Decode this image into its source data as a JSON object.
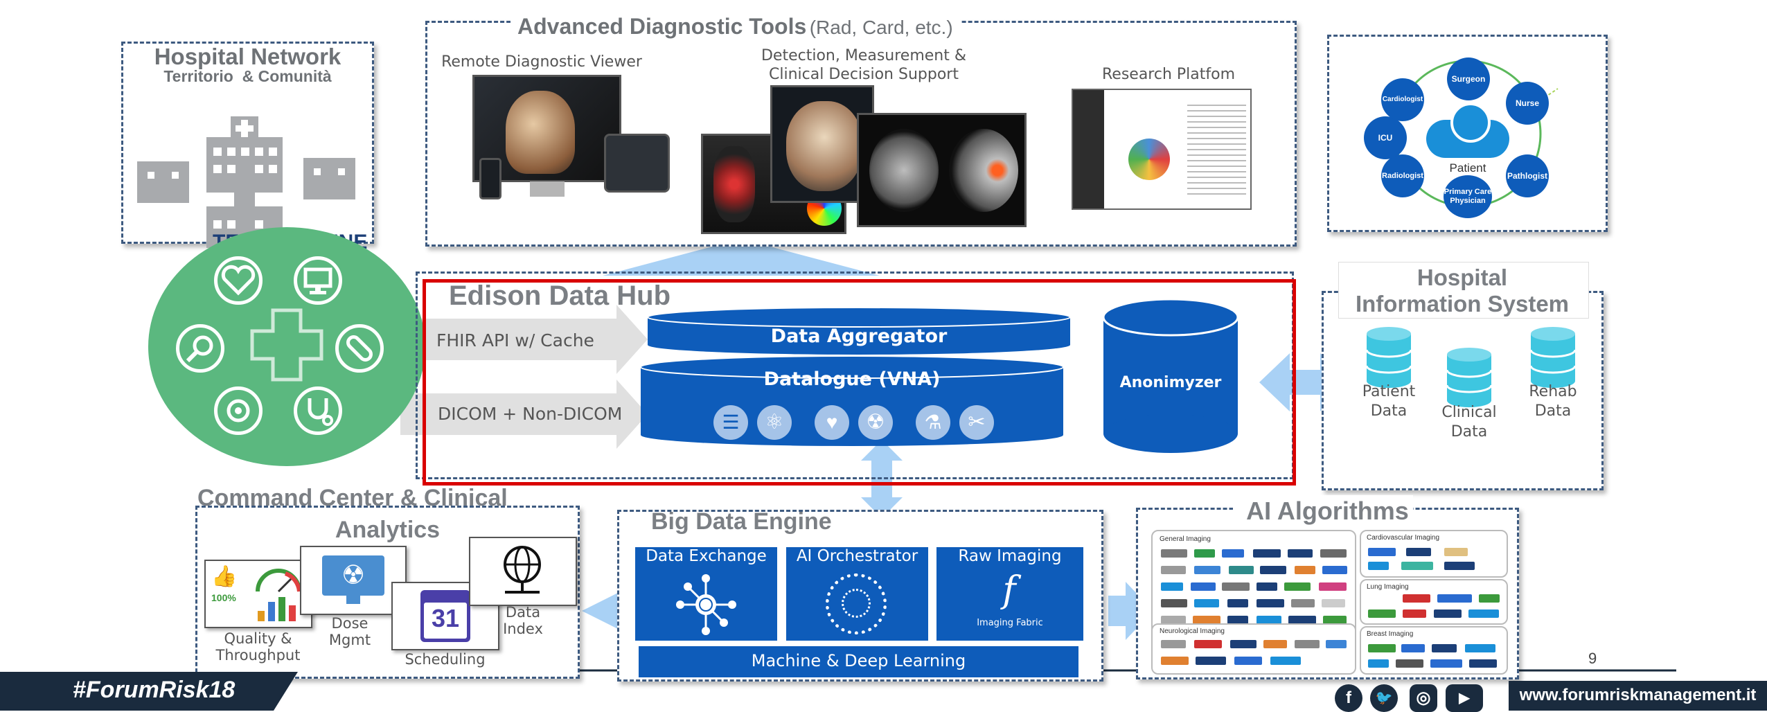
{
  "hospital_network": {
    "title": "Hospital Network",
    "subtitle": "Territorio  & Comunità"
  },
  "telemedicine": {
    "title": "TELEMEDICINE"
  },
  "diagnostic_tools": {
    "title": "Advanced Diagnostic Tools",
    "title_suffix": "(Rad, Card, etc.)",
    "viewer": "Remote Diagnostic Viewer",
    "detection_line1": "Detection, Measurement &",
    "detection_line2": "Clinical Decision Support",
    "research": "Research Platfom"
  },
  "care_team": {
    "center": "Patient",
    "nodes": [
      "Surgeon",
      "Nurse",
      "Pathlogist",
      "Primary Care Physician",
      "Radiologist",
      "ICU",
      "Cardiologist"
    ]
  },
  "data_hub": {
    "title": "Edison Data Hub",
    "fhir": "FHIR API w/ Cache",
    "dicom": "DICOM + Non-DICOM",
    "aggregator": "Data Aggregator",
    "datalogue": "Datalogue (VNA)",
    "anonymizer": "Anonimyzer"
  },
  "his": {
    "title_line1": "Hospital",
    "title_line2": "Information System",
    "patient_data_1": "Patient",
    "patient_data_2": "Data",
    "clinical_data_1": "Clinical",
    "clinical_data_2": "Data",
    "rehab_data_1": "Rehab",
    "rehab_data_2": "Data"
  },
  "command_center": {
    "title_line1": "Command Center & Clinical",
    "title_line2": "Analytics",
    "percent": "100%",
    "quality_1": "Quality &",
    "quality_2": "Throughput",
    "dose_1": "Dose",
    "dose_2": "Mgmt",
    "calendar_day": "31",
    "scheduling": "Scheduling",
    "data_index_1": "Data",
    "data_index_2": "Index"
  },
  "big_data": {
    "title": "Big Data Engine",
    "exchange": "Data Exchange",
    "orchestrator": "AI Orchestrator",
    "raw": "Raw Imaging",
    "fabric": "Imaging Fabric",
    "ml": "Machine & Deep Learning"
  },
  "ai": {
    "title": "AI Algorithms",
    "general": "General Imaging",
    "cardio": "Cardiovascular Imaging",
    "lung": "Lung Imaging",
    "neuro": "Neurological Imaging",
    "breast": "Breast Imaging"
  },
  "footer": {
    "hashtag": "#ForumRisk18",
    "url": "www.forumriskmanagement.it",
    "page_number": "9",
    "social_icons": [
      "facebook-icon",
      "twitter-icon",
      "instagram-icon",
      "youtube-icon"
    ]
  },
  "colors": {
    "primary_blue": "#0e5cba",
    "telemedicine_green": "#5bb87f",
    "highlight_red": "#d90000",
    "arrow_light_blue": "#a9d1f5",
    "footer_navy": "#1a2b3e",
    "cyan_db": "#3ec6e0"
  }
}
